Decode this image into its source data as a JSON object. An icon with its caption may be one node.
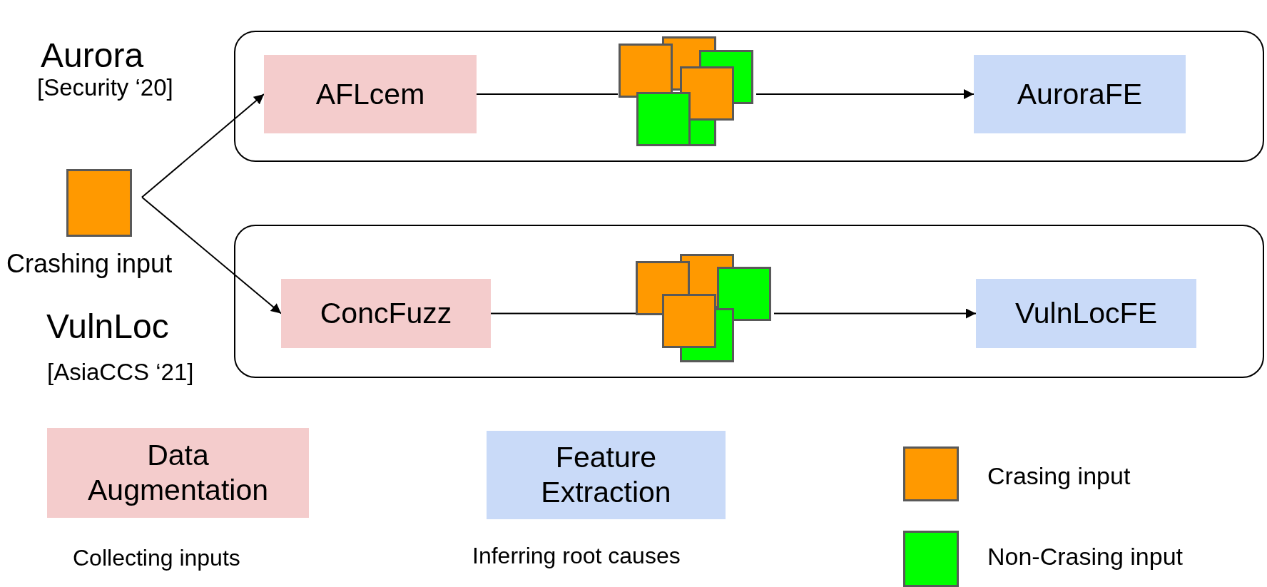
{
  "diagram": {
    "nodes": [
      {
        "text": [],
        "shape": "box"
      },
      {
        "text": [
          "AFLcem"
        ],
        "in": 0
      },
      {
        "text": [],
        "shape": "box",
        "in": 0
      },
      {
        "text": [
          "AuroraFE"
        ],
        "in": 0
      },
      {
        "text": [],
        "shape": "box",
        "beside": [
          "Crashing input"
        ]
      },
      {
        "text": [],
        "shape": "box"
      },
      {
        "text": [
          "ConcFuzz"
        ],
        "in": 5
      },
      {
        "text": [],
        "shape": "box",
        "in": 5
      },
      {
        "text": [
          "VulnLocFE"
        ],
        "in": 5
      }
    ],
    "edges": [
      {
        "from": 4,
        "to": 1,
        "arrow": "to"
      },
      {
        "from": 4,
        "to": 6,
        "arrow": "to"
      },
      {
        "from": 1,
        "to": 2,
        "arrow": "none"
      },
      {
        "from": 2,
        "to": 3,
        "arrow": "to"
      },
      {
        "from": 6,
        "to": 7,
        "arrow": "none"
      },
      {
        "from": 7,
        "to": 8,
        "arrow": "to"
      }
    ],
    "labels": [
      "Aurora",
      "[Security ‘20]",
      "VulnLoc",
      "[AsiaCCS ‘21]",
      "Collecting inputs",
      "Inferring root causes"
    ],
    "legend": [
      {
        "text": "Data Augmentation",
        "color": "#f4cccc"
      },
      {
        "text": "Feature Extraction",
        "color": "#c9daf8"
      },
      {
        "text": "Crasing input",
        "color": "#ff9900"
      },
      {
        "text": "Non-Crasing input",
        "color": "#00ff00"
      }
    ]
  }
}
